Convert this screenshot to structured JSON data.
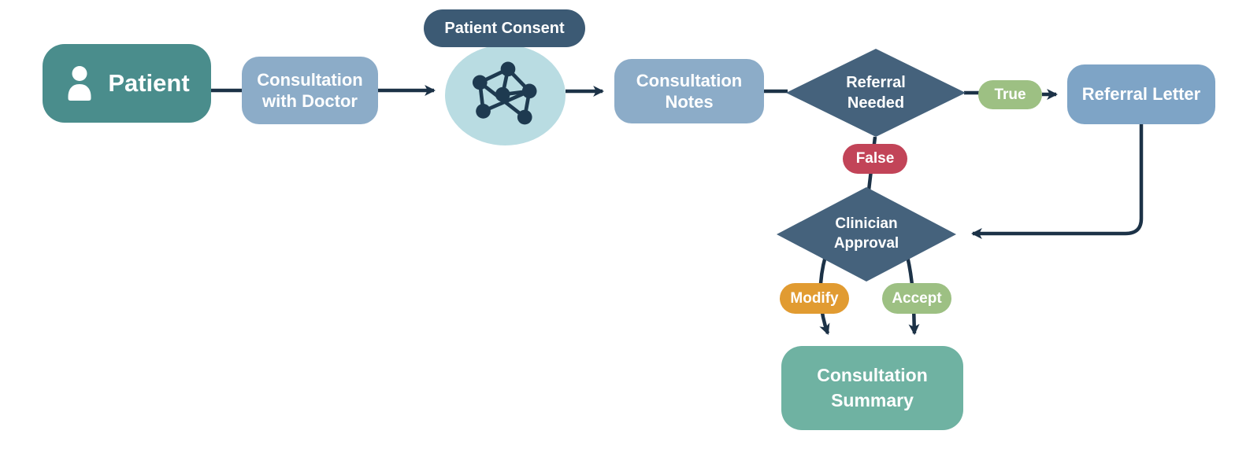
{
  "diagram": {
    "type": "flowchart",
    "nodes": {
      "patient": {
        "label": "Patient",
        "icon": "person-icon"
      },
      "consultation_with_doctor": {
        "line1": "Consultation",
        "line2": "with Doctor"
      },
      "patient_consent": {
        "label": "Patient Consent"
      },
      "ai_model": {
        "icon": "network-graph-icon"
      },
      "consultation_notes": {
        "line1": "Consultation",
        "line2": "Notes"
      },
      "referral_needed": {
        "line1": "Referral",
        "line2": "Needed"
      },
      "referral_letter": {
        "label": "Referral Letter"
      },
      "clinician_approval": {
        "line1": "Clinician",
        "line2": "Approval"
      },
      "consultation_summary": {
        "line1": "Consultation",
        "line2": "Summary"
      }
    },
    "edge_labels": {
      "true_label": "True",
      "false_label": "False",
      "modify_label": "Modify",
      "accept_label": "Accept"
    },
    "colors": {
      "patient_box": "#4a8d8c",
      "process_box_blue": "#8cacc8",
      "referral_letter_box": "#7ea4c6",
      "consent_pill": "#3c5a74",
      "consent_circle": "#b9dce2",
      "network_icon": "#1e3a50",
      "decision_diamond": "#45627c",
      "true_pill": "#9dc083",
      "accept_pill": "#9dc083",
      "false_pill": "#c24458",
      "modify_pill": "#e19b31",
      "summary_box": "#6fb2a2",
      "connector": "#1c3247",
      "text": "#ffffff"
    }
  }
}
